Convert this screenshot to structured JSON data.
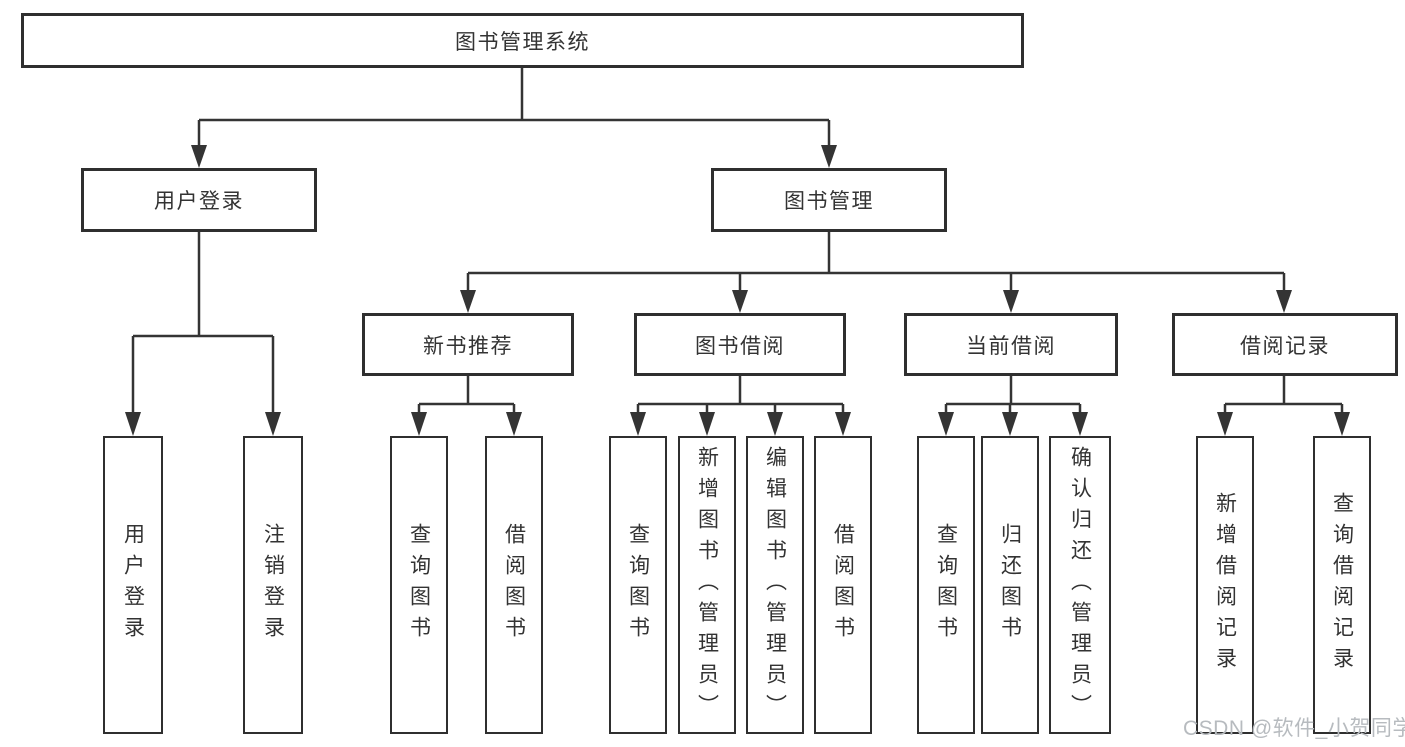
{
  "diagram": {
    "tree": {
      "label": "图书管理系统",
      "children": [
        {
          "label": "用户登录",
          "children": [
            {
              "label": "用户登录"
            },
            {
              "label": "注销登录"
            }
          ]
        },
        {
          "label": "图书管理",
          "children": [
            {
              "label": "新书推荐",
              "children": [
                {
                  "label": "查询图书"
                },
                {
                  "label": "借阅图书"
                }
              ]
            },
            {
              "label": "图书借阅",
              "children": [
                {
                  "label": "查询图书"
                },
                {
                  "label": "新增图书（管理员）"
                },
                {
                  "label": "编辑图书（管理员）"
                },
                {
                  "label": "借阅图书"
                }
              ]
            },
            {
              "label": "当前借阅",
              "children": [
                {
                  "label": "查询图书"
                },
                {
                  "label": "归还图书"
                },
                {
                  "label": "确认归还（管理员）"
                }
              ]
            },
            {
              "label": "借阅记录",
              "children": [
                {
                  "label": "新增借阅记录"
                },
                {
                  "label": "查询借阅记录"
                }
              ]
            }
          ]
        }
      ]
    }
  },
  "watermark": {
    "text": "CSDN @软件_小贺同学"
  },
  "colors": {
    "line": "#343434",
    "box_border": "#2f2f2f",
    "text": "#333333",
    "background": "#ffffff",
    "watermark": "#b7bbbf"
  }
}
